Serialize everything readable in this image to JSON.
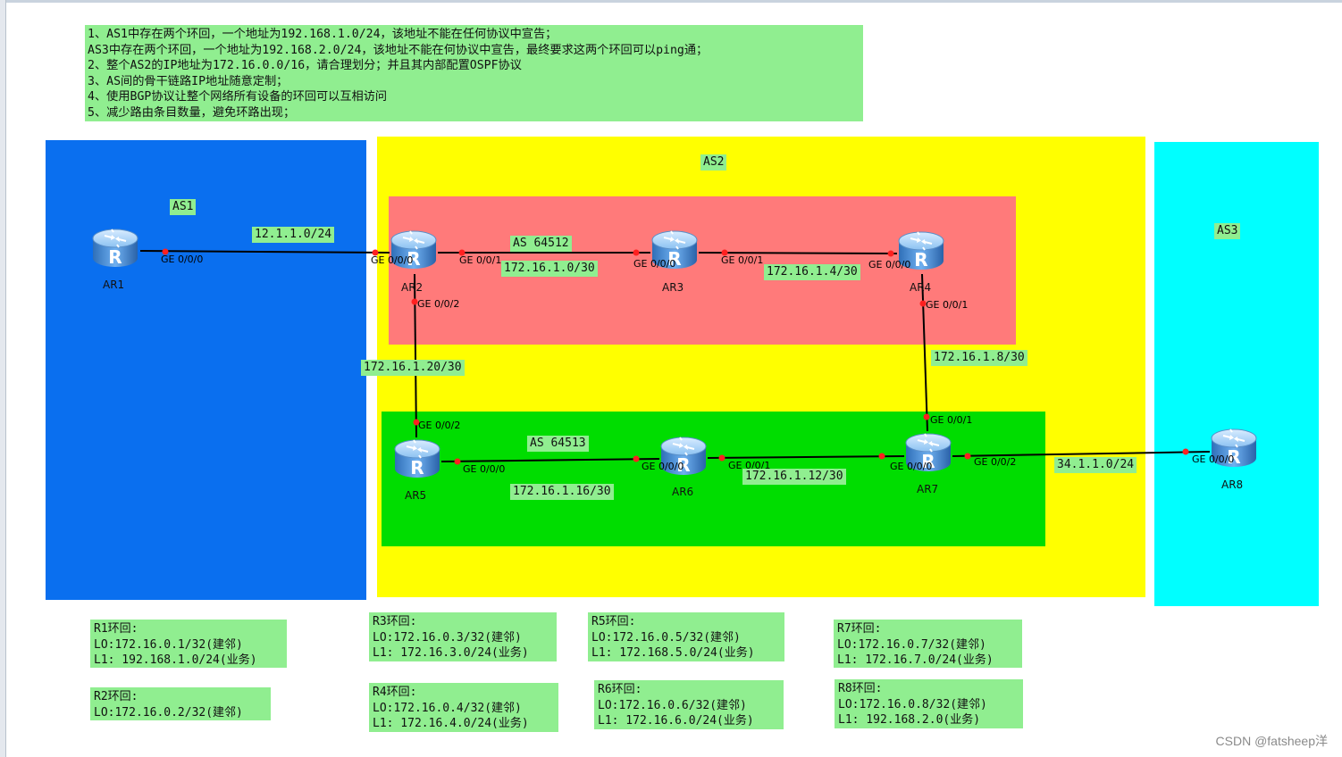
{
  "requirements": [
    "1、AS1中存在两个环回，一个地址为192.168.1.0/24，该地址不能在任何协议中宣告；",
    "AS3中存在两个环回，一个地址为192.168.2.0/24，该地址不能在何协议中宣告，最终要求这两个环回可以ping通；",
    "2、整个AS2的IP地址为172.16.0.0/16，请合理划分；并且其内部配置OSPF协议",
    "3、AS间的骨干链路IP地址随意定制；",
    "4、使用BGP协议让整个网络所有设备的环回可以互相访问",
    "5、减少路由条目数量，避免环路出现；"
  ],
  "zones": {
    "as1": {
      "label": "AS1",
      "color": "#0a6fef"
    },
    "as2": {
      "label": "AS2",
      "color": "#ffff00"
    },
    "as3": {
      "label": "AS3",
      "color": "#00ffff"
    },
    "as64512": {
      "label": "AS  64512",
      "color": "#ff7a7a"
    },
    "as64513": {
      "label": "AS  64513",
      "color": "#00dd00"
    }
  },
  "routers": {
    "ar1": "AR1",
    "ar2": "AR2",
    "ar3": "AR3",
    "ar4": "AR4",
    "ar5": "AR5",
    "ar6": "AR6",
    "ar7": "AR7",
    "ar8": "AR8"
  },
  "subnets": {
    "r1_r2": "12.1.1.0/24",
    "r2_r3": "172.16.1.0/30",
    "r3_r4": "172.16.1.4/30",
    "r4_r7": "172.16.1.8/30",
    "r2_r5": "172.16.1.20/30",
    "r5_r6": "172.16.1.16/30",
    "r6_r7": "172.16.1.12/30",
    "r7_r8": "34.1.1.0/24"
  },
  "ports": {
    "ar1_g000": "GE 0/0/0",
    "ar2_g000": "GE 0/0/0",
    "ar2_g001": "GE 0/0/1",
    "ar2_g002": "GE 0/0/2",
    "ar3_g000": "GE 0/0/0",
    "ar3_g001": "GE 0/0/1",
    "ar4_g000": "GE 0/0/0",
    "ar4_g001": "GE 0/0/1",
    "ar5_g002": "GE 0/0/2",
    "ar5_g000": "GE 0/0/0",
    "ar6_g000": "GE 0/0/0",
    "ar6_g001": "GE 0/0/1",
    "ar7_g001": "GE 0/0/1",
    "ar7_g000": "GE 0/0/0",
    "ar7_g002": "GE 0/0/2",
    "ar8_g000": "GE 0/0/0"
  },
  "loopbacks": {
    "r1": {
      "title": "R1环回:",
      "lo": "LO:172.16.0.1/32(建邻)",
      "l1": "L1: 192.168.1.0/24(业务)"
    },
    "r2": {
      "title": "R2环回:",
      "lo": "LO:172.16.0.2/32(建邻)"
    },
    "r3": {
      "title": "R3环回:",
      "lo": "LO:172.16.0.3/32(建邻)",
      "l1": "L1: 172.16.3.0/24(业务)"
    },
    "r4": {
      "title": "R4环回:",
      "lo": "LO:172.16.0.4/32(建邻)",
      "l1": "L1: 172.16.4.0/24(业务)"
    },
    "r5": {
      "title": "R5环回:",
      "lo": "LO:172.16.0.5/32(建邻)",
      "l1": "L1: 172.168.5.0/24(业务)"
    },
    "r6": {
      "title": "R6环回:",
      "lo": "LO:172.16.0.6/32(建邻)",
      "l1": "L1: 172.16.6.0/24(业务)"
    },
    "r7": {
      "title": "R7环回:",
      "lo": "LO:172.16.0.7/32(建邻)",
      "l1": "L1: 172.16.7.0/24(业务)"
    },
    "r8": {
      "title": "R8环回:",
      "lo": "LO:172.16.0.8/32(建邻)",
      "l1": "L1: 192.168.2.0(业务)"
    }
  },
  "watermark": "CSDN @fatsheep洋"
}
